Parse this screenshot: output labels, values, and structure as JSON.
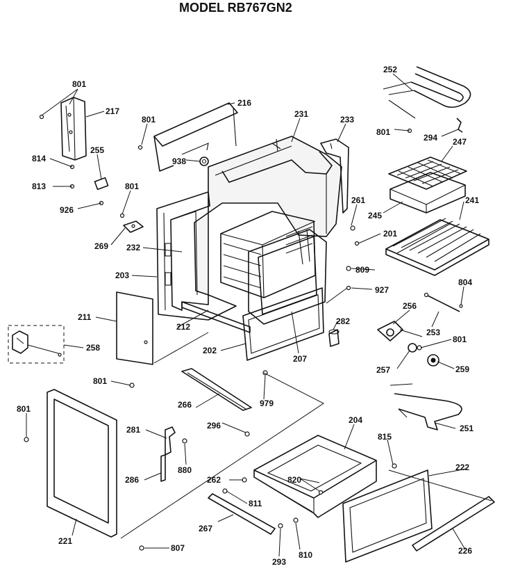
{
  "title": "MODEL RB767GN2",
  "labels": {
    "p801a": "801",
    "p217": "217",
    "p216": "216",
    "p801b": "801",
    "p231": "231",
    "p233": "233",
    "p252": "252",
    "p801c": "801",
    "p294": "294",
    "p247": "247",
    "p814": "814",
    "p255": "255",
    "p938": "938",
    "p813": "813",
    "p801d": "801",
    "p926": "926",
    "p261": "261",
    "p245": "245",
    "p241": "241",
    "p201": "201",
    "p269": "269",
    "p232": "232",
    "p809": "809",
    "p203": "203",
    "p927": "927",
    "p804": "804",
    "p256": "256",
    "p211": "211",
    "p282": "282",
    "p253": "253",
    "p212": "212",
    "p801e": "801",
    "p258": "258",
    "p202": "202",
    "p207": "207",
    "p257": "257",
    "p259": "259",
    "p801f": "801",
    "p979": "979",
    "p266": "266",
    "p296": "296",
    "p251": "251",
    "p801g": "801",
    "p204": "204",
    "p281": "281",
    "p815": "815",
    "p880": "880",
    "p222": "222",
    "p262": "262",
    "p820": "820",
    "p286": "286",
    "p811": "811",
    "p267": "267",
    "p221": "221",
    "p807": "807",
    "p293": "293",
    "p810": "810",
    "p226": "226"
  }
}
